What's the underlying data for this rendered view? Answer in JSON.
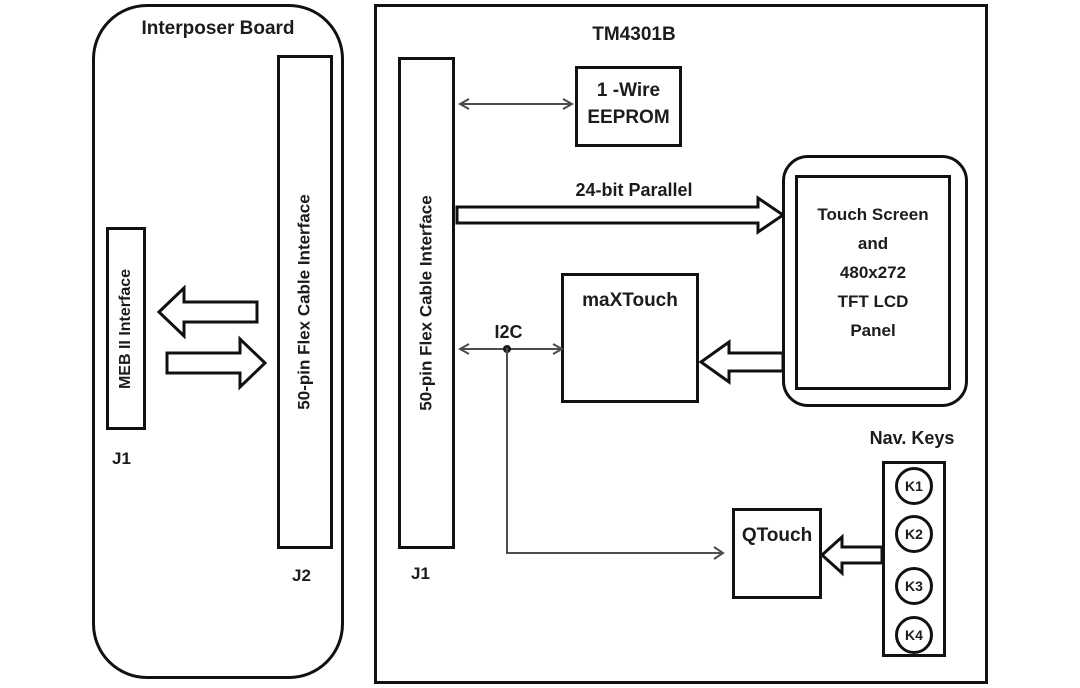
{
  "interposer": {
    "title": "Interposer Board",
    "meb_box": "MEB II Interface",
    "meb_ref": "J1",
    "flex_box": "50-pin Flex Cable Interface",
    "flex_ref": "J2"
  },
  "tm4301b": {
    "title": "TM4301B",
    "flex_box": "50-pin Flex Cable Interface",
    "flex_ref": "J1",
    "eeprom_line1": "1 -Wire",
    "eeprom_line2": "EEPROM",
    "parallel_bus_label": "24-bit Parallel",
    "i2c_bus_label": "I2C",
    "maxtouch_box": "maXTouch",
    "lcd_lines": [
      "Touch Screen",
      "and",
      "480x272",
      "TFT LCD",
      "Panel"
    ],
    "qtouch_box": "QTouch",
    "nav_keys_title": "Nav. Keys",
    "keys": [
      "K1",
      "K2",
      "K3",
      "K4"
    ]
  },
  "colors": {
    "outline": "#111111",
    "thin_line": "#4d4d4d",
    "text": "#1c1c1c",
    "background": "#ffffff"
  }
}
